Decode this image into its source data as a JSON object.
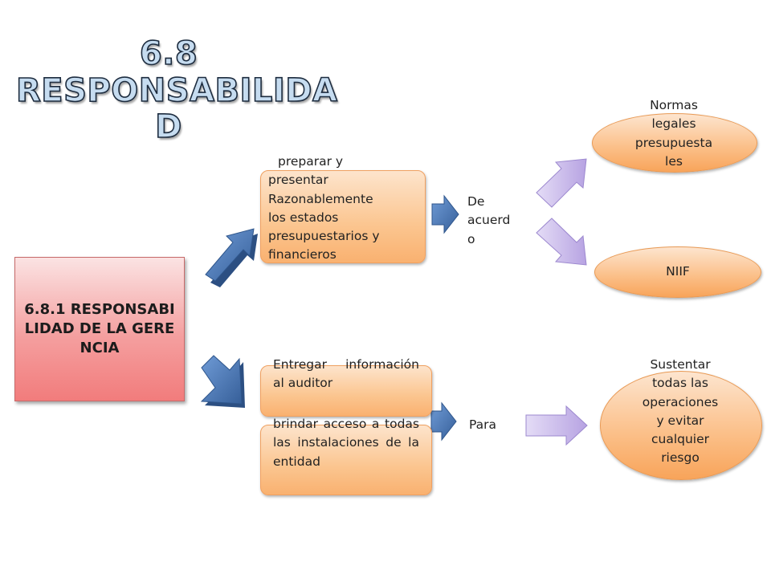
{
  "title": {
    "line1": "6.8",
    "line2": "RESPONSABILIDA",
    "line3": "D"
  },
  "management_box": {
    "text": "6.8.1 RESPONSABILIDAD DE LA GERENCIA"
  },
  "top_branch": {
    "lines": [
      "preparar  y",
      "presentar",
      "Razonablemente",
      "los estados",
      "presupuestarios y",
      "financieros"
    ],
    "connector": [
      "De",
      "acuerd",
      "o"
    ]
  },
  "top_targets": {
    "normas_lines": [
      "Normas",
      "legales",
      "presupuesta",
      "les"
    ],
    "niif": "NIIF"
  },
  "bottom_branch": {
    "box1": "Entregar información al auditor",
    "box2": "brindar acceso a todas las instalaciones de la entidad",
    "connector": "Para"
  },
  "bottom_target": {
    "lines": [
      "Sustentar",
      "todas las",
      "operaciones",
      "y evitar",
      "cualquier",
      "riesgo"
    ]
  },
  "colors": {
    "red_box": "#f49f9f",
    "orange_box": "#fbc58f",
    "blue_arrow": "#4f81bd",
    "lilac_arrow": "#c9b8ea"
  }
}
